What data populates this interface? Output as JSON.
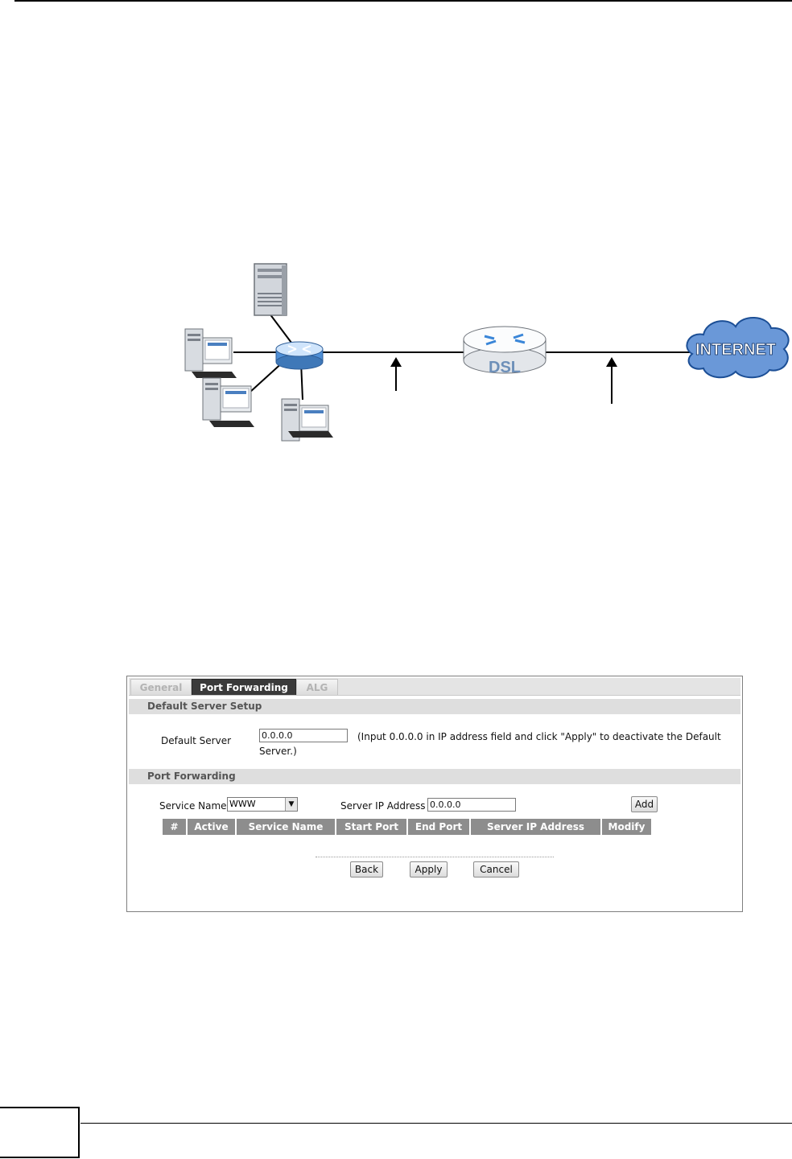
{
  "diagram": {
    "cloud_label": "INTERNET",
    "router_label": "DSL"
  },
  "ui": {
    "tabs": [
      {
        "label": "General"
      },
      {
        "label": "Port Forwarding"
      },
      {
        "label": "ALG"
      }
    ],
    "default_server_section": {
      "title": "Default Server Setup",
      "field_label": "Default Server",
      "field_value": "0.0.0.0",
      "hint_line1": "(Input 0.0.0.0 in IP address field and click \"Apply\" to deactivate the Default",
      "hint_line2": "Server.)"
    },
    "port_forwarding_section": {
      "title": "Port Forwarding",
      "service_name_label": "Service Name",
      "service_name_value": "WWW",
      "server_ip_label": "Server IP Address",
      "server_ip_value": "0.0.0.0",
      "add_label": "Add",
      "columns": [
        "#",
        "Active",
        "Service Name",
        "Start Port",
        "End Port",
        "Server IP Address",
        "Modify"
      ]
    },
    "actions": {
      "back_label": "Back",
      "apply_label": "Apply",
      "cancel_label": "Cancel"
    }
  }
}
